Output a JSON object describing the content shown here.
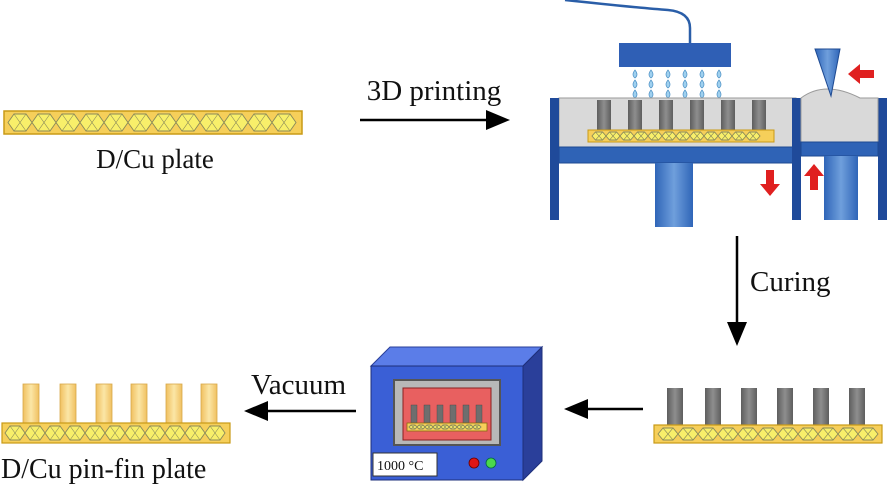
{
  "labels": {
    "plate": "D/Cu plate",
    "printing": "3D printing",
    "curing": "Curing",
    "vacuum": "Vacuum",
    "pinfin": "D/Cu pin-fin plate",
    "furnace_temp": "1000 °C"
  },
  "colors": {
    "plate_fill": "#f6cf5a",
    "plate_border": "#c99a16",
    "diamond_fill": "#f8ef6a",
    "diamond_stroke": "#8a8a5a",
    "printer_blue": "#1e4fa3",
    "printer_blue_light": "#3f79c7",
    "vat_gray": "#d9d9d9",
    "pillar_gray": "#7a7a7a",
    "red_arrow": "#e02020",
    "fin_fill": "#f3cf7a",
    "furnace_front": "#3a5fd6",
    "furnace_top": "#5b7de8",
    "furnace_side": "#2a3f9a",
    "furnace_panel": "#e86060"
  },
  "icons": [
    "rightward-arrow-icon",
    "downward-arrow-icon",
    "leftward-arrow-icon",
    "droplet-icon",
    "red-arrow-icon"
  ]
}
